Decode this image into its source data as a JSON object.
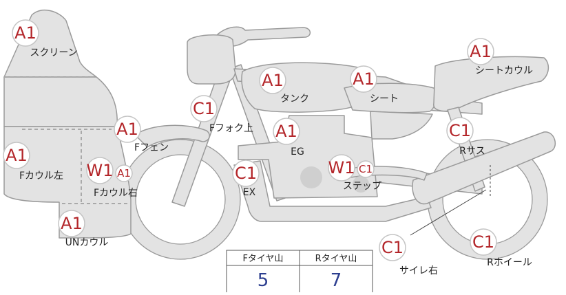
{
  "colors": {
    "part_fill": "#e3e3e3",
    "part_stroke": "#9a9a9a",
    "engine_fill": "#cfcfcf",
    "badge_text": "#b3262a",
    "badge_fill": "#ffffff",
    "badge_stroke": "#c4c4c4",
    "label_text": "#222222",
    "value_text": "#2c3e8f",
    "table_border": "#555555"
  },
  "parts": [
    {
      "id": "screen",
      "label": "スクリーン",
      "badges": [
        "A1"
      ]
    },
    {
      "id": "tank",
      "label": "タンク",
      "badges": [
        "A1"
      ]
    },
    {
      "id": "seat",
      "label": "シート",
      "badges": [
        "A1"
      ]
    },
    {
      "id": "seatcowl",
      "label": "シートカウル",
      "badges": [
        "A1"
      ]
    },
    {
      "id": "ffork",
      "label": "Fフォク上",
      "badges": [
        "C1"
      ]
    },
    {
      "id": "ffender",
      "label": "Fフェン",
      "badges": [
        "A1"
      ]
    },
    {
      "id": "eg",
      "label": "EG",
      "badges": [
        "A1"
      ]
    },
    {
      "id": "rsus",
      "label": "Rサス",
      "badges": [
        "C1"
      ]
    },
    {
      "id": "fcowl_l",
      "label": "Fカウル左",
      "badges": [
        "A1"
      ]
    },
    {
      "id": "fcowl_r",
      "label": "Fカウル右",
      "badges": [
        "W1",
        "A1"
      ]
    },
    {
      "id": "ex",
      "label": "EX",
      "badges": [
        "C1"
      ]
    },
    {
      "id": "step",
      "label": "ステップ",
      "badges": [
        "W1",
        "C1"
      ]
    },
    {
      "id": "uncowl",
      "label": "UNカウル",
      "badges": [
        "A1"
      ]
    },
    {
      "id": "silencer",
      "label": "サイレ右",
      "badges": [
        "C1"
      ]
    },
    {
      "id": "rwheel",
      "label": "Rホイール",
      "badges": [
        "C1"
      ]
    }
  ],
  "tire_table": {
    "front_header": "Fタイヤ山",
    "rear_header": "Rタイヤ山",
    "front_value": "5",
    "rear_value": "7"
  }
}
